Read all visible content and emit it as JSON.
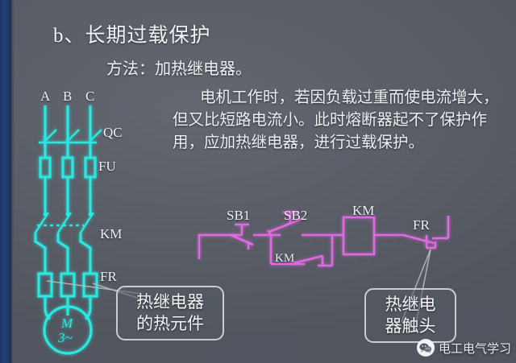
{
  "slide": {
    "title": "b、长期过载保护",
    "method": "方法：加热继电器。",
    "body": "电机工作时，若因负载过重而使电流增大，但又比短路电流小。此时熔断器起不了保护作用，应加热继电器，进行过载保护。"
  },
  "power_circuit": {
    "phase_labels": [
      "A",
      "B",
      "C"
    ],
    "switch_label": "QC",
    "fuse_label": "FU",
    "contactor_label": "KM",
    "relay_label": "FR",
    "motor": {
      "symbol": "M",
      "phases": "3~"
    }
  },
  "control_circuit": {
    "stop_button": "SB1",
    "start_button": "SB2",
    "coil_label": "KM",
    "holding_contact": "KM",
    "relay_contact": "FR"
  },
  "callouts": {
    "heating_element": "热继电器\n的热元件",
    "relay_contact": "热继电\n器触头"
  },
  "watermark": {
    "text": "电工电气学习",
    "icon": "wechat-icon"
  },
  "colors": {
    "background": "#595e68",
    "power_circuit": "#2ae8e0",
    "control_circuit": "#e06ae0",
    "accent_stripe": "#22407a",
    "text": "#f2f3f6"
  }
}
